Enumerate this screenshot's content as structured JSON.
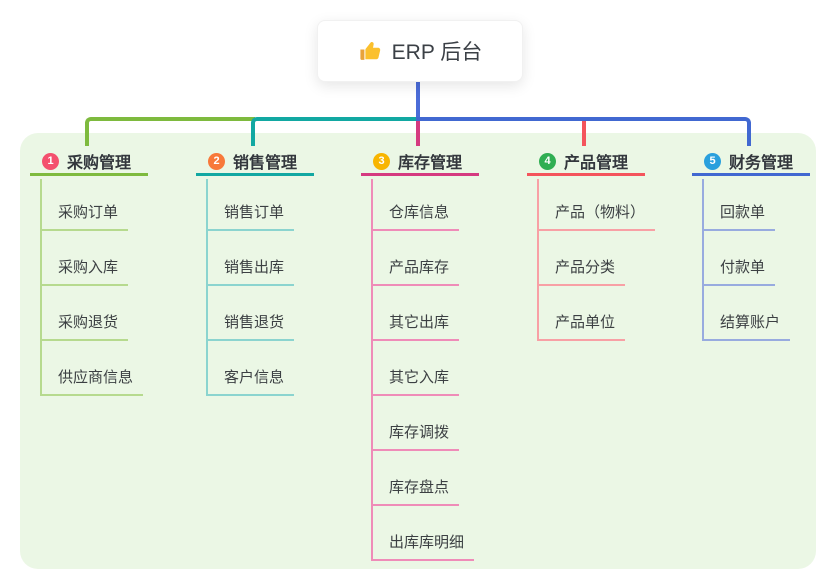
{
  "root": {
    "title": "ERP 后台",
    "icon": "thumbs-up-icon",
    "icon_colors": {
      "hand": "#fbc02d",
      "cuff": "#e8a33b"
    }
  },
  "panel_color": "#ebf7e5",
  "connector": {
    "root_color": "#4b6cd8"
  },
  "branches": [
    {
      "num": "1",
      "label": "采购管理",
      "badge_color": "#f4506e",
      "line_color": "#7eba3e",
      "light_color": "#b6da8e",
      "children": [
        "采购订单",
        "采购入库",
        "采购退货",
        "供应商信息"
      ]
    },
    {
      "num": "2",
      "label": "销售管理",
      "badge_color": "#f8793a",
      "line_color": "#12a8a2",
      "light_color": "#8bd4cf",
      "children": [
        "销售订单",
        "销售出库",
        "销售退货",
        "客户信息"
      ]
    },
    {
      "num": "3",
      "label": "库存管理",
      "badge_color": "#f8b500",
      "line_color": "#d53a80",
      "light_color": "#ef8cb8",
      "children": [
        "仓库信息",
        "产品库存",
        "其它出库",
        "其它入库",
        "库存调拨",
        "库存盘点",
        "出库库明细"
      ]
    },
    {
      "num": "4",
      "label": "产品管理",
      "badge_color": "#2fae52",
      "line_color": "#f4545c",
      "light_color": "#f8a0a5",
      "children": [
        "产品（物料）",
        "产品分类",
        "产品单位"
      ]
    },
    {
      "num": "5",
      "label": "财务管理",
      "badge_color": "#2aa0dd",
      "line_color": "#4168d1",
      "light_color": "#98abdf",
      "children": [
        "回款单",
        "付款单",
        "结算账户"
      ]
    }
  ]
}
